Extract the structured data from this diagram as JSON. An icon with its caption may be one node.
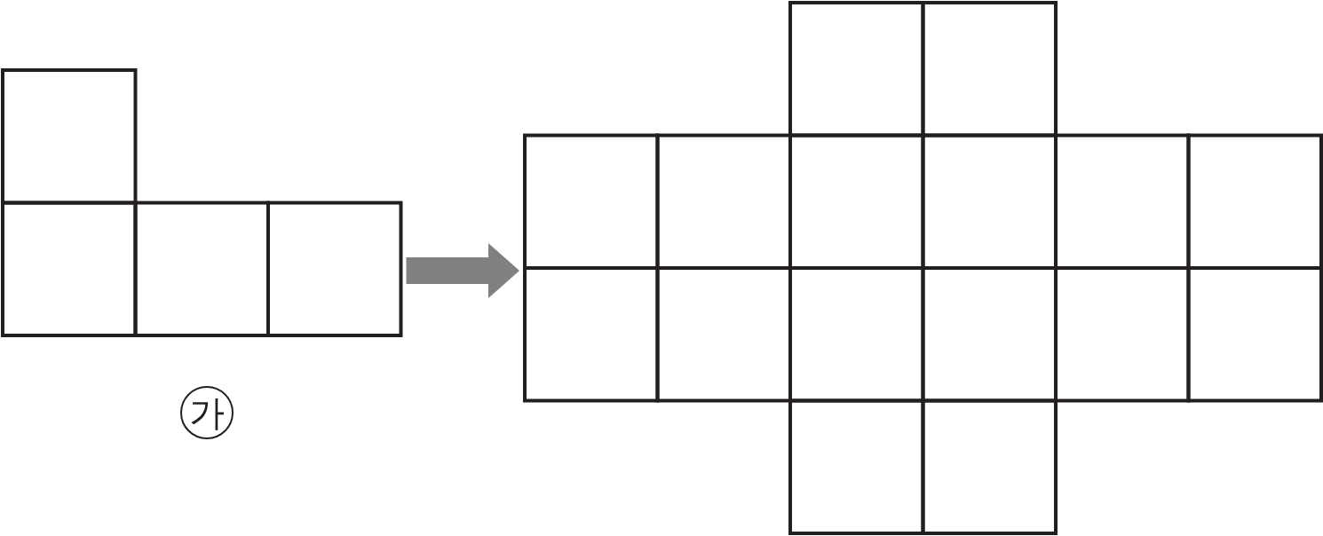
{
  "diagram": {
    "nodes": [
      {
        "text": [],
        "shape": "box",
        "beside": [
          "가"
        ]
      },
      {
        "text": [],
        "shape": "box"
      }
    ],
    "edges": [
      {
        "from": 0,
        "to": 1,
        "arrow": "to"
      }
    ]
  }
}
